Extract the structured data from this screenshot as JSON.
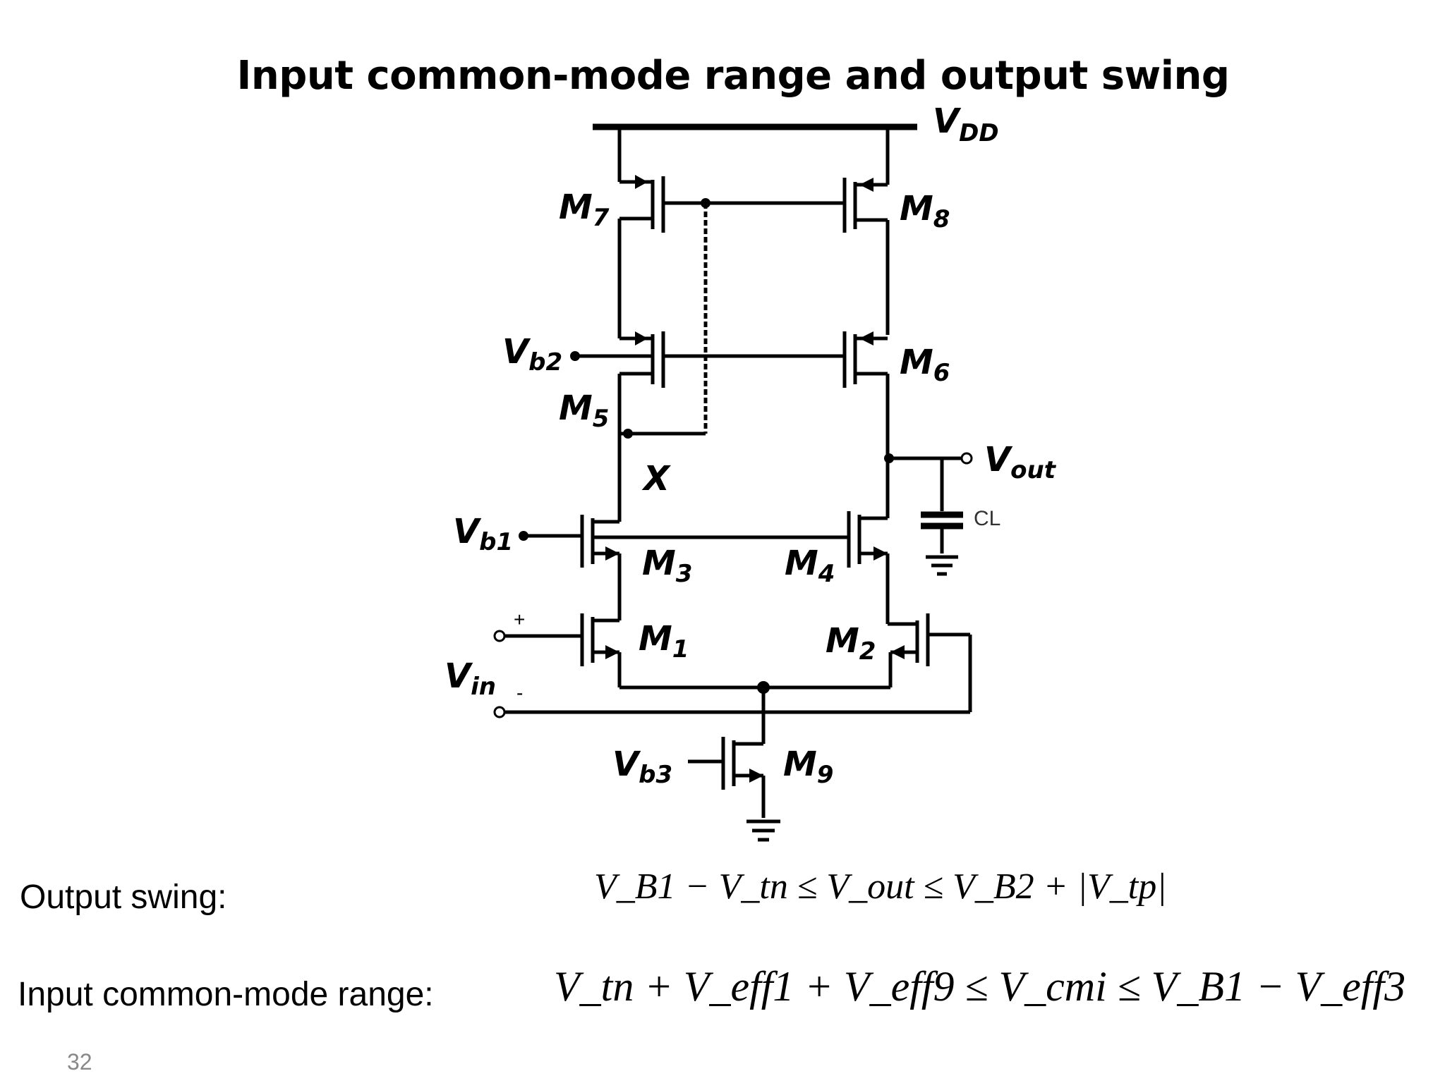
{
  "slide": {
    "title": "Input common-mode range and output swing",
    "page_number": "32"
  },
  "circuit": {
    "labels": {
      "vdd": "DD",
      "m7": "7",
      "m8": "8",
      "m5": "5",
      "m6": "6",
      "m3": "3",
      "m4": "4",
      "m1": "1",
      "m2": "2",
      "m9": "9",
      "vb1": "b1",
      "vb2": "b2",
      "vb3": "b3",
      "vin": "in",
      "vout": "out",
      "node_x": "X",
      "cl": "CL",
      "plus": "+",
      "minus": "-"
    }
  },
  "equations": {
    "output_swing": {
      "label": "Output swing:",
      "text": "V_B1 − V_tn ≤ V_out ≤ V_B2 + |V_tp|"
    },
    "input_cm_range": {
      "label": "Input common-mode range:",
      "text": "V_tn + V_eff1 + V_eff9 ≤ V_cmi ≤ V_B1 − V_eff3"
    }
  }
}
